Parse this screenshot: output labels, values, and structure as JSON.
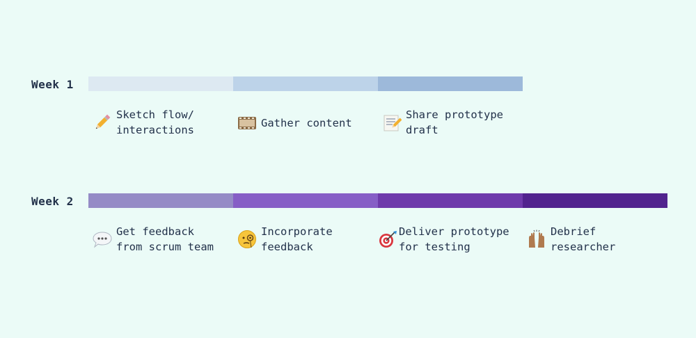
{
  "weeks": [
    {
      "label": "Week 1",
      "segment_colors": [
        "#dde9f2",
        "#bdd3e9",
        "#9db9da"
      ],
      "tasks": [
        {
          "icon": "pencil-icon",
          "text": "Sketch flow/\ninteractions"
        },
        {
          "icon": "film-frames-icon",
          "text": "Gather content"
        },
        {
          "icon": "memo-icon",
          "text": "Share prototype\ndraft"
        }
      ]
    },
    {
      "label": "Week 2",
      "segment_colors": [
        "#958bc6",
        "#865ec6",
        "#6e3aab",
        "#51238e"
      ],
      "tasks": [
        {
          "icon": "speech-bubble-icon",
          "text": "Get feedback\nfrom scrum team"
        },
        {
          "icon": "monocle-face-icon",
          "text": "Incorporate\nfeedback"
        },
        {
          "icon": "target-dart-icon",
          "text": "Deliver prototype\nfor testing"
        },
        {
          "icon": "raised-hands-icon",
          "text": "Debrief\nresearcher"
        }
      ]
    }
  ]
}
